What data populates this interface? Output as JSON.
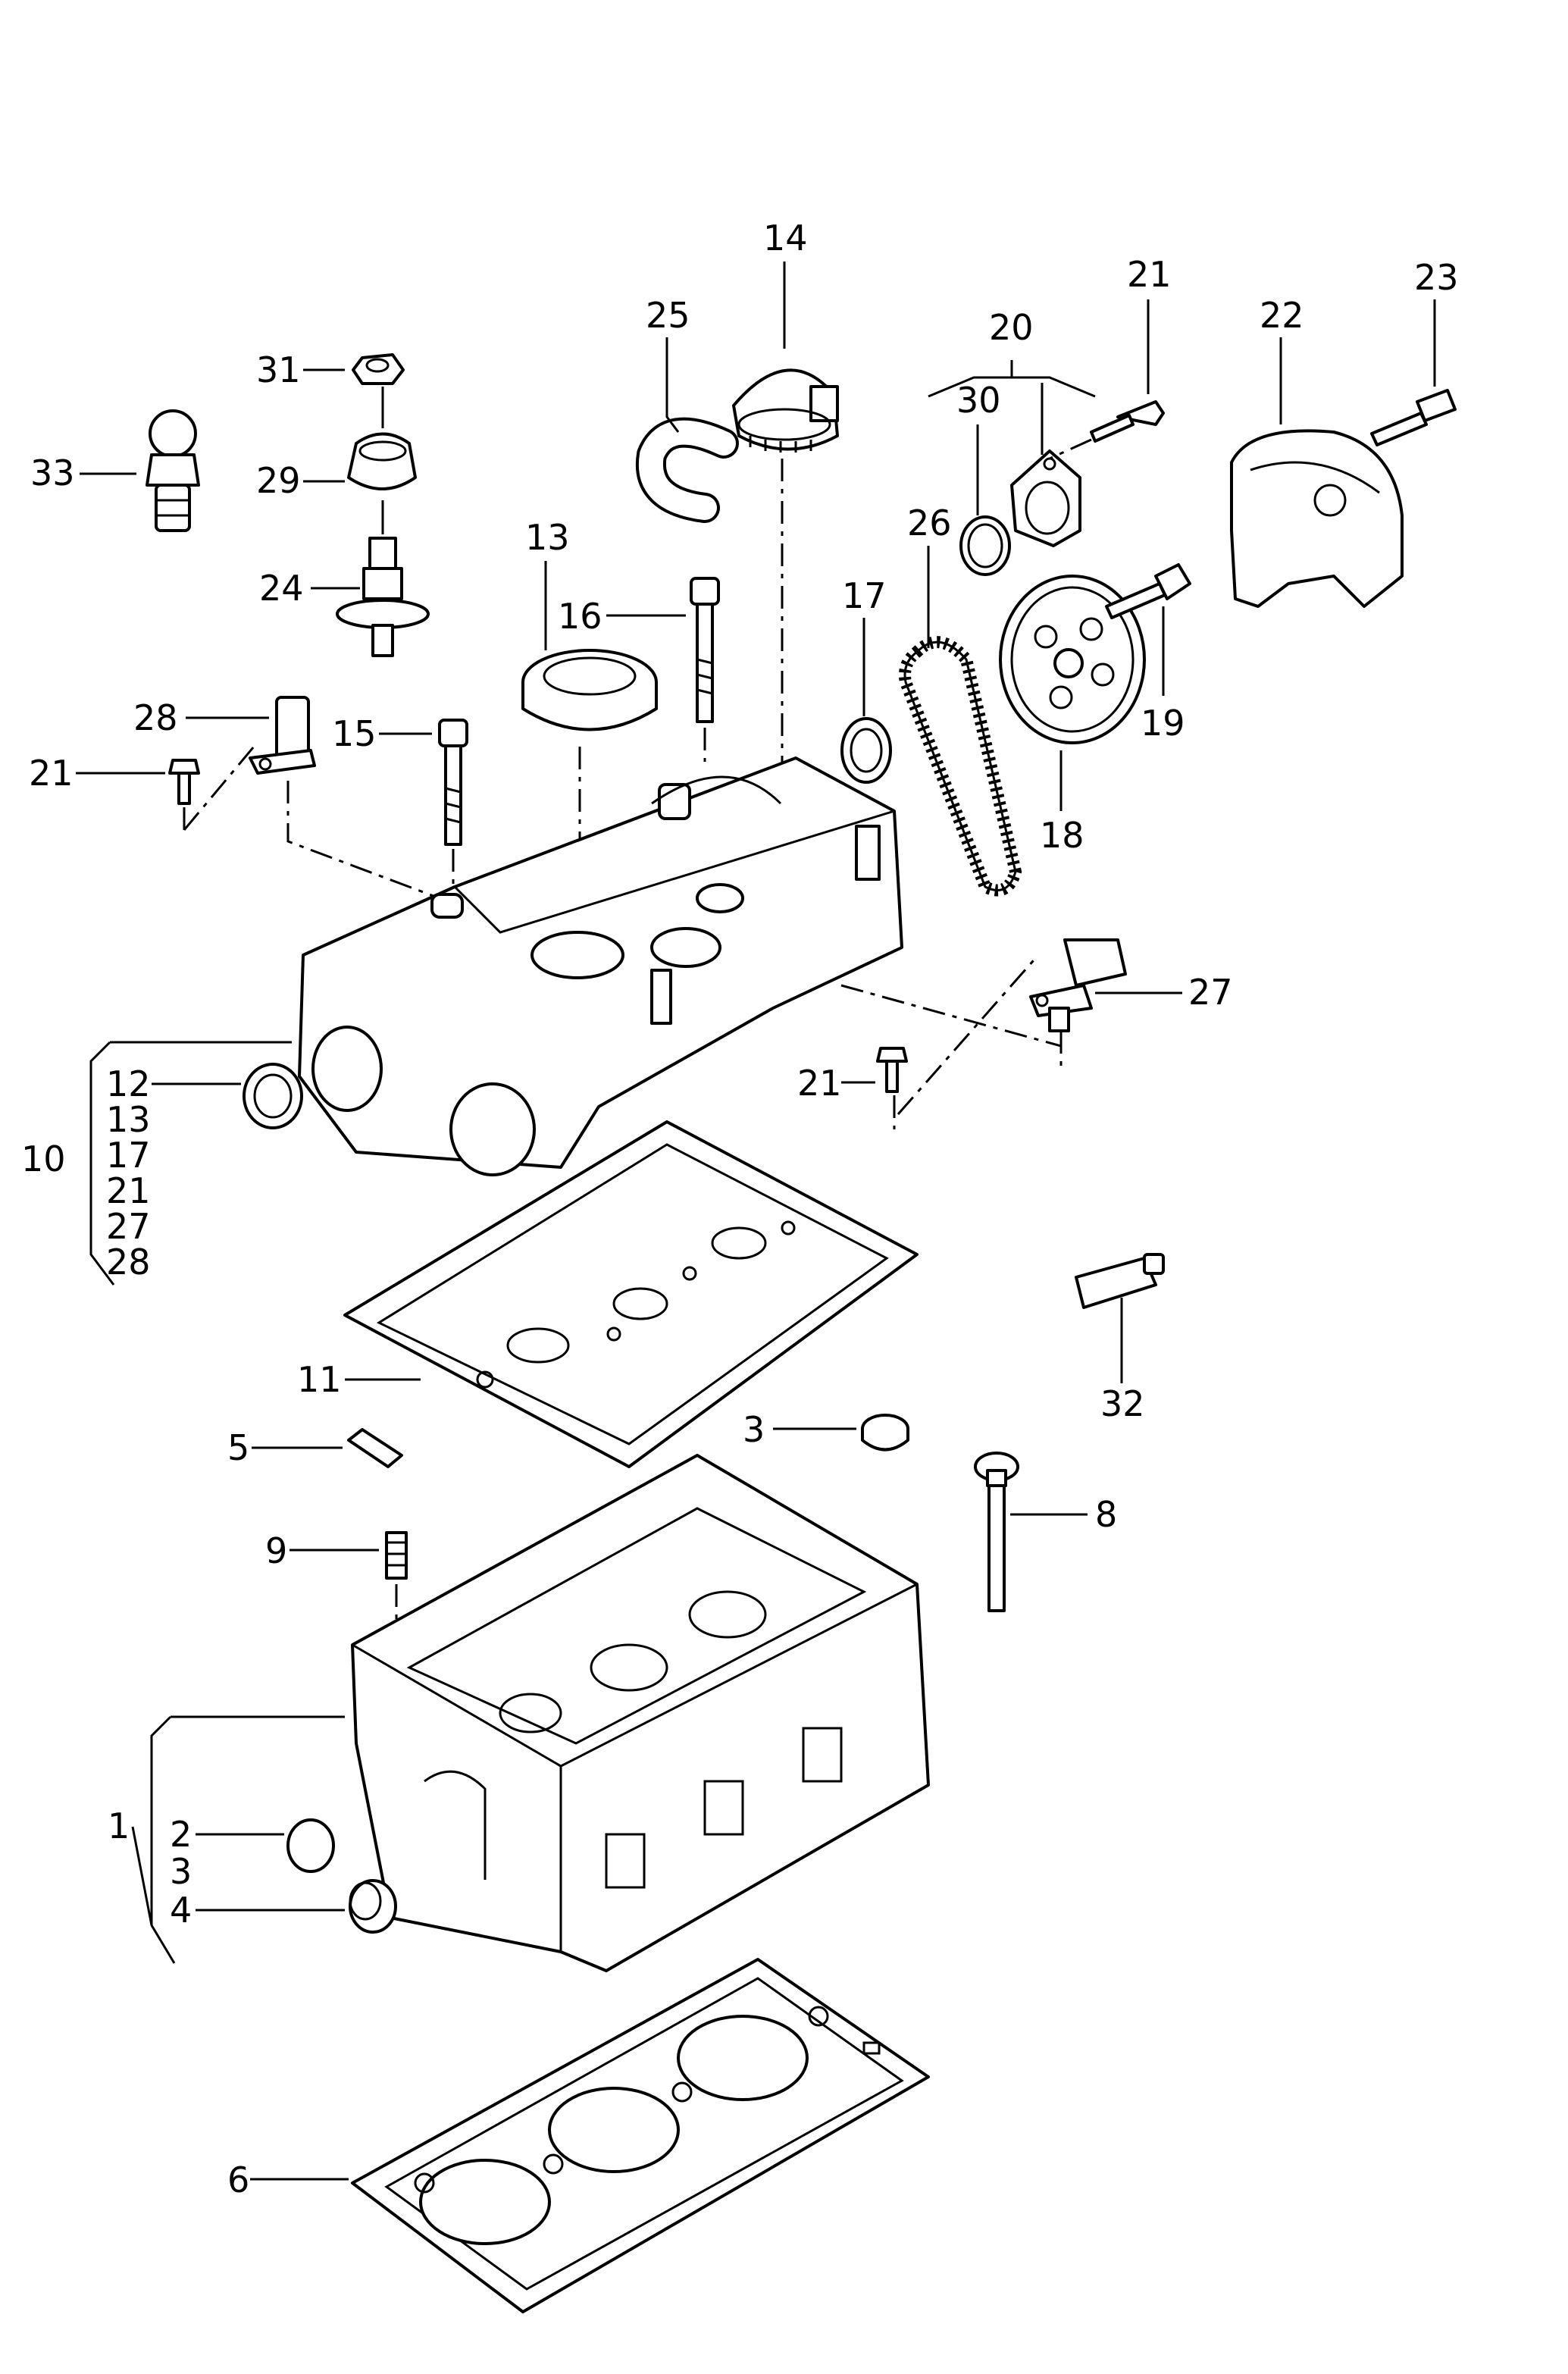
{
  "callouts": {
    "c1": "1",
    "c2": "2",
    "c3a": "3",
    "c3b": "3",
    "c4": "4",
    "c5": "5",
    "c6": "6",
    "c8": "8",
    "c9": "9",
    "c10": "10",
    "c11": "11",
    "c12": "12",
    "c13a": "13",
    "c13b": "13",
    "c14": "14",
    "c15": "15",
    "c16": "16",
    "c17a": "17",
    "c17b": "17",
    "c18": "18",
    "c19": "19",
    "c20": "20",
    "c21a": "21",
    "c21b": "21",
    "c21c": "21",
    "c21d": "21",
    "c22": "22",
    "c23": "23",
    "c24": "24",
    "c25": "25",
    "c26": "26",
    "c27a": "27",
    "c27b": "27",
    "c28a": "28",
    "c28b": "28",
    "c29": "29",
    "c30": "30",
    "c31": "31",
    "c32": "32",
    "c33": "33"
  }
}
